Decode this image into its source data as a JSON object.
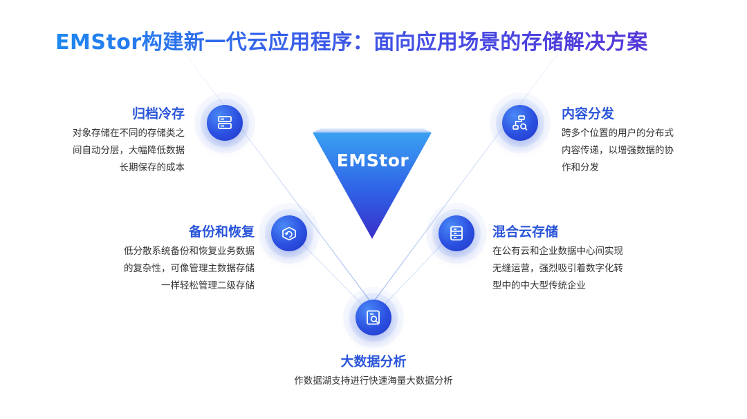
{
  "title": "EMStor构建新一代云应用程序：面向应用场景的存储解决方案",
  "center_label": "EMStor",
  "colors": {
    "accent": "#2a55d8",
    "title_start": "#1e88f0",
    "title_end": "#5a2fd6",
    "text": "#333333"
  },
  "features": {
    "archive": {
      "icon": "server-rack-icon",
      "title": "归档冷存",
      "lines": [
        "对象存储在不同的存储类之",
        "间自动分层，大幅降低数据",
        "长期保存的成本"
      ]
    },
    "content": {
      "icon": "network-search-icon",
      "title": "内容分发",
      "lines": [
        "跨多个位置的用户的分布式",
        "内容传递，以增强数据的协",
        "作和分发"
      ]
    },
    "backup": {
      "icon": "backup-box-icon",
      "title": "备份和恢复",
      "lines": [
        "低分散系统备份和恢复业务数据",
        "的复杂性，可像管理主数据存储",
        "一样轻松管理二级存储"
      ]
    },
    "hybrid": {
      "icon": "storage-list-icon",
      "title": "混合云存储",
      "lines": [
        "在公有云和企业数据中心间实现",
        "无缝运营，强烈吸引着数字化转",
        "型中的中大型传统企业"
      ]
    },
    "bigdata": {
      "icon": "data-search-icon",
      "title": "大数据分析",
      "lines": [
        "作数据湖支持进行快速海量大数据分析"
      ]
    }
  }
}
